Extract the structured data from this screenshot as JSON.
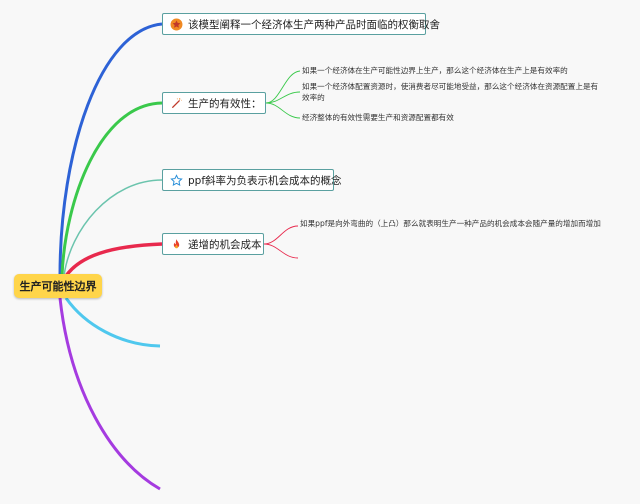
{
  "colors": {
    "blue": "#2d62d6",
    "green": "#3ac94b",
    "teal": "#6bc4ad",
    "red": "#e8294d",
    "cyan": "#4fc8ee",
    "purple": "#a53be0",
    "root_fill": "#ffd54a",
    "box_border": "#5aa0a0"
  },
  "root": {
    "label": "生产可能性边界"
  },
  "branches": [
    {
      "label": "该模型阐释一个经济体生产两种产品时面临的权衡取舍",
      "icon": "star-icon"
    },
    {
      "label": "生产的有效性：",
      "icon": "magic-wand-icon"
    },
    {
      "label": "ppf斜率为负表示机会成本的概念",
      "icon": "star-outline-icon"
    },
    {
      "label": "递增的机会成本",
      "icon": "fire-icon"
    }
  ],
  "efficiency_notes": [
    "如果一个经济体在生产可能性边界上生产，那么这个经济体在生产上是有效率的",
    "如果一个经济体配置资源时，使消费者尽可能地受益，那么这个经济体在资源配置上是有效率的",
    "经济整体的有效性需要生产和资源配置都有效"
  ],
  "opportunity_cost_note": "如果ppf是向外弯曲的（上凸）那么就表明生产一种产品的机会成本会随产量的增加而增加"
}
